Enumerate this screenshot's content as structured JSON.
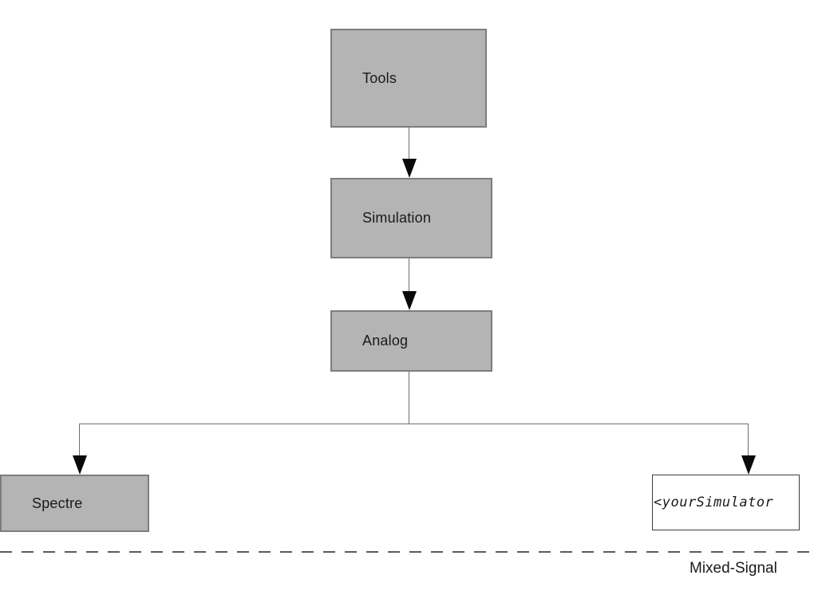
{
  "colors": {
    "node_fill": "#b4b4b4",
    "node_border": "#7d7d7d",
    "plain_node_fill": "#ffffff",
    "plain_node_border": "#3c3c3c",
    "connector": "#707070",
    "arrowhead": "#0a0a0a",
    "divider": "#5c5c5c",
    "text": "#1a1a1a",
    "page_bg": "#ffffff"
  },
  "diagram": {
    "nodes": {
      "tools": {
        "label": "Tools"
      },
      "simulation": {
        "label": "Simulation"
      },
      "analog": {
        "label": "Analog"
      },
      "spectre": {
        "label": "Spectre"
      },
      "your_simulator": {
        "label": "<yourSimulator"
      }
    },
    "divider_label": "Mixed-Signal"
  }
}
